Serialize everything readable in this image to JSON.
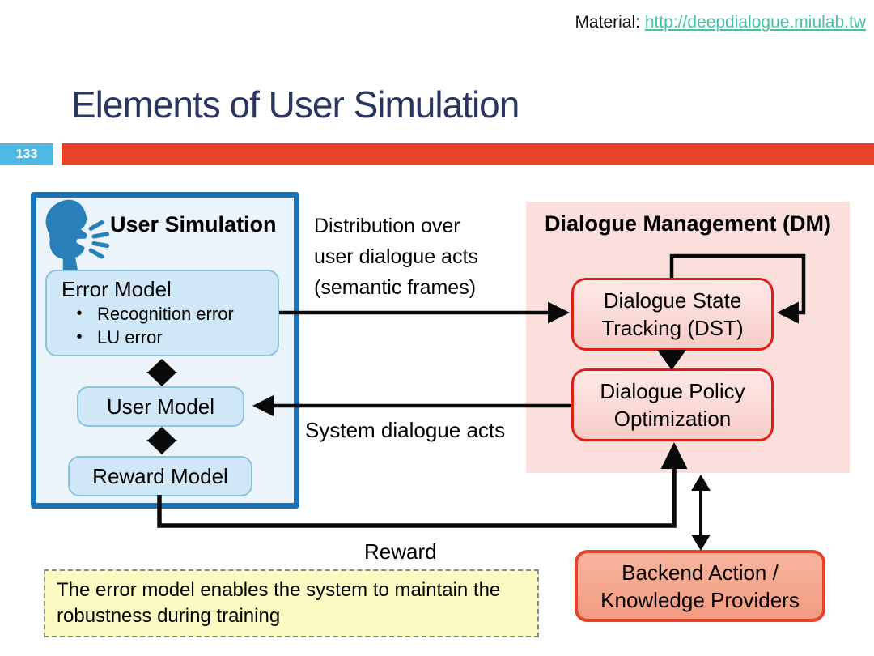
{
  "header": {
    "material_label": "Material:",
    "material_link": "http://deepdialogue.miulab.tw"
  },
  "slide": {
    "title": "Elements of User Simulation",
    "page_number": "133"
  },
  "user_simulation": {
    "icon": "speaking-head-icon",
    "title": "User Simulation",
    "error_model": {
      "title": "Error Model",
      "bullets": [
        "Recognition error",
        "LU error"
      ]
    },
    "user_model_label": "User Model",
    "reward_model_label": "Reward Model"
  },
  "dialogue_management": {
    "title": "Dialogue Management (DM)",
    "dst": {
      "line1": "Dialogue State",
      "line2": "Tracking (DST)"
    },
    "policy": {
      "line1": "Dialogue Policy",
      "line2": "Optimization"
    }
  },
  "backend": {
    "line1": "Backend Action /",
    "line2": "Knowledge Providers"
  },
  "labels": {
    "distribution": [
      "Distribution over",
      "user dialogue acts",
      "(semantic frames)"
    ],
    "system_acts": "System dialogue acts",
    "reward": "Reward"
  },
  "note": {
    "text": "The error model enables the system to maintain the robustness during training"
  },
  "colors": {
    "accent_bar": "#E8432A",
    "page_badge": "#4DB9E5",
    "title_text": "#2A3560",
    "link": "#45C2A5",
    "user_sim_border": "#1A73B8",
    "user_sim_fill": "#EBF4FB",
    "model_box_fill": "#CFE7F6",
    "model_box_border": "#8FC3DC",
    "dm_panel_fill": "#FBDFDC",
    "dm_box_border": "#DD1F15",
    "dm_box_fill": "#F8CCC7",
    "backend_fill": "#F5A78F",
    "backend_border": "#E8432A",
    "note_fill": "#FAFAC2",
    "icon_blue": "#2980B9",
    "arrow": "#0A0A0A"
  }
}
